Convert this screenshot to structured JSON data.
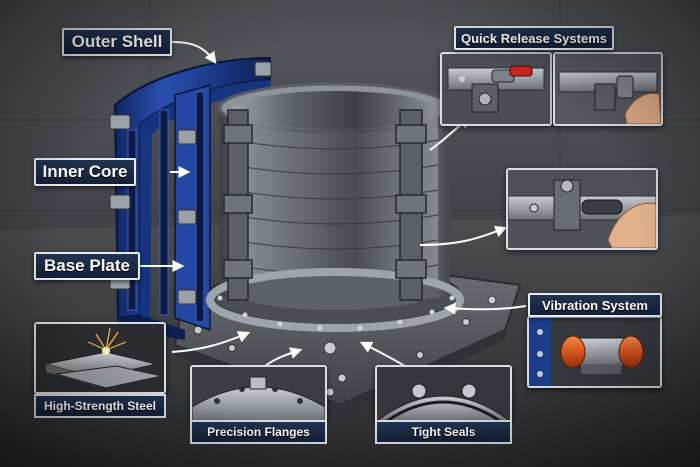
{
  "labels": {
    "outer_shell": "Outer Shell",
    "inner_core": "Inner Core",
    "base_plate": "Base Plate",
    "quick_release": "Quick Release Systems",
    "vibration_system": "Vibration System",
    "high_strength_steel": "High-Strength Steel",
    "precision_flanges": "Precision Flanges",
    "tight_seals": "Tight Seals"
  },
  "colors": {
    "outer_shell_blue": "#1f3f8f",
    "label_navy": "#1a2945",
    "steel": "#8a9099",
    "motor_orange": "#d8521c",
    "background": "#3a3c40"
  }
}
